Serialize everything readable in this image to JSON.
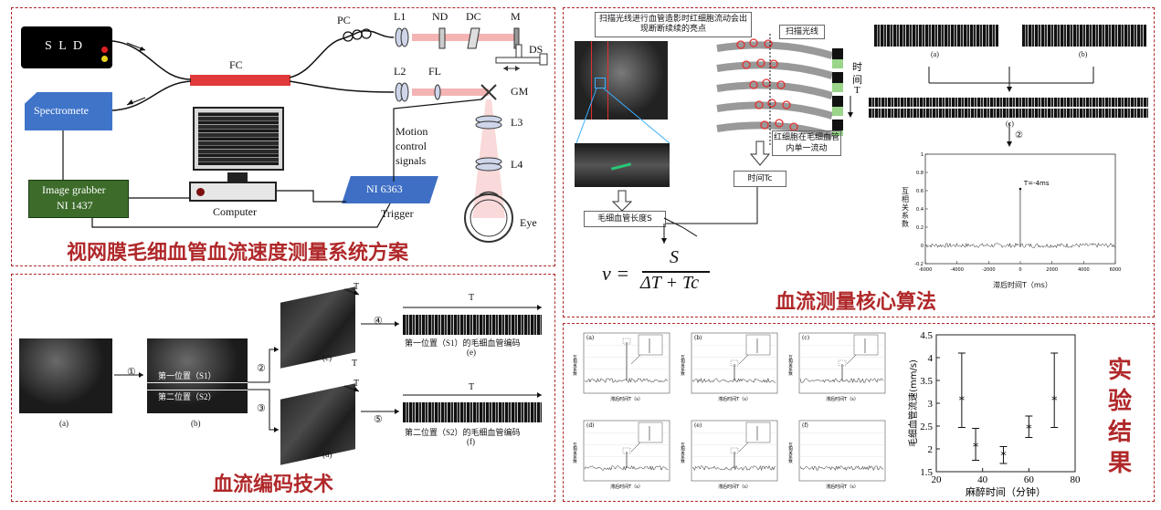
{
  "panel1": {
    "title": "视网膜毛细血管血流速度测量系统方案",
    "sld": "S L D",
    "fc": "FC",
    "pc": "PC",
    "l1": "L1",
    "nd": "ND",
    "dc": "DC",
    "m": "M",
    "ds": "DS",
    "l2": "L2",
    "fl": "FL",
    "gm": "GM",
    "l3": "L3",
    "l4": "L4",
    "eye": "Eye",
    "spectrometer": "Spectromete",
    "image_grabber": "Image grabber",
    "ni1437": "NI 1437",
    "computer": "Computer",
    "ni6363": "NI 6363",
    "trigger": "Trigger",
    "motion_1": "Motion",
    "motion_2": "control",
    "motion_3": "signals"
  },
  "panel2": {
    "title": "血流编码技术",
    "step1": "①",
    "step2": "②",
    "step3": "③",
    "step4": "④",
    "step5": "⑤",
    "pos1": "第一位置（S1）",
    "pos2": "第二位置（S2）",
    "cap_a": "(a)",
    "cap_b": "(b)",
    "cap_c": "(c)",
    "cap_d": "(d)",
    "cap_e": "(e)",
    "cap_f": "(f)",
    "t_label": "T",
    "enc1": "第一位置（S1）的毛细血管编码",
    "enc2": "第二位置（S2）的毛细血管编码"
  },
  "panel3": {
    "title": "血流测量核心算法",
    "note": "扫描光线进行血管造影时红细胞流动会出现断断续续的亮点",
    "scan_line": "扫描光线",
    "time_1": "时",
    "time_2": "间",
    "time_3": "T",
    "rbc": "红细胞在毛细血管内单一流动",
    "tc": "时间Tc",
    "length": "毛细血管长度S",
    "formula_lhs": "ν =",
    "formula_num": "S",
    "formula_den": "ΔT + Tc",
    "cap_a": "(a)",
    "cap_b": "(b)",
    "cap_c": "(c)",
    "step2": "②",
    "peak": "T=-4ms",
    "ylabel": "互相关系数",
    "xlabel": "滞后时间T（ms）"
  },
  "panel4": {
    "title_1": "实",
    "title_2": "验",
    "title_3": "结",
    "title_4": "果",
    "caps": [
      "(a)",
      "(b)",
      "(c)",
      "(d)",
      "(e)",
      "(f)"
    ],
    "mini_ylabel": "互相关系数",
    "mini_xlabel": "滞后时间T（s）"
  },
  "chart_data": [
    {
      "type": "line",
      "title": "",
      "xlabel": "滞后时间T（ms）",
      "ylabel": "互相关系数",
      "xlim": [
        -6000,
        6000
      ],
      "ylim": [
        -0.2,
        1
      ],
      "x_ticks": [
        -6000,
        -4000,
        -2000,
        0,
        2000,
        4000,
        6000
      ],
      "y_ticks": [
        -0.2,
        0,
        0.2,
        0.4,
        0.6,
        0.8,
        1
      ],
      "annotation": "T=-4ms",
      "peak": {
        "x": -4,
        "y": 0.62
      }
    },
    {
      "type": "scatter",
      "title": "",
      "xlabel": "麻醉时间（分钟）",
      "ylabel": "毛细血管流速(mm/s)",
      "xlim": [
        20,
        80
      ],
      "ylim": [
        1.5,
        4.5
      ],
      "x_ticks": [
        20,
        40,
        60,
        80
      ],
      "y_ticks": [
        1.5,
        2,
        2.5,
        3,
        3.5,
        4,
        4.5
      ],
      "points": [
        {
          "x": 31,
          "y": 3.07,
          "low": 2.47,
          "high": 4.1
        },
        {
          "x": 37,
          "y": 2.05,
          "low": 1.75,
          "high": 2.45
        },
        {
          "x": 49,
          "y": 1.86,
          "low": 1.68,
          "high": 2.05
        },
        {
          "x": 60,
          "y": 2.45,
          "low": 2.25,
          "high": 2.72
        },
        {
          "x": 71,
          "y": 3.07,
          "low": 2.47,
          "high": 4.1
        }
      ],
      "marker": "*",
      "grid": false
    }
  ]
}
